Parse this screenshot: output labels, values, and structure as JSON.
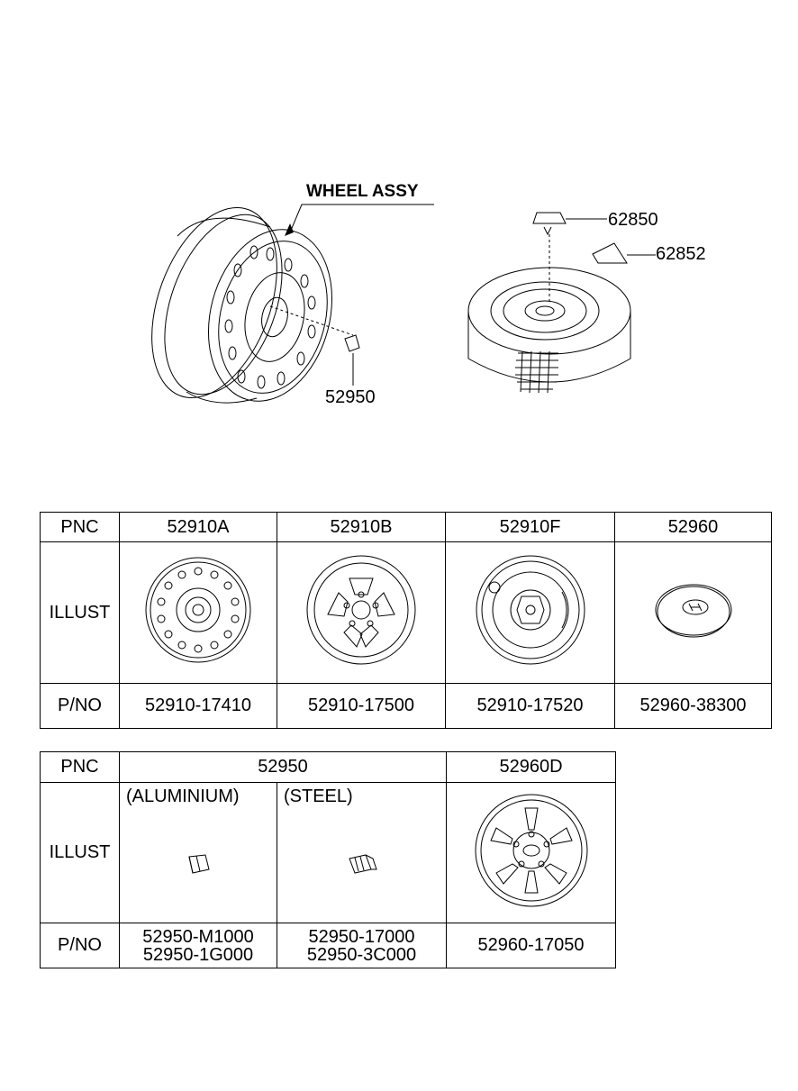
{
  "diagram": {
    "wheel_assy_label": "WHEEL ASSY",
    "callouts": {
      "lug_nut": "52950",
      "spare_cover": "62850",
      "spare_bracket": "62852"
    }
  },
  "table1": {
    "row_labels": {
      "pnc": "PNC",
      "illust": "ILLUST",
      "pno": "P/NO"
    },
    "columns": [
      {
        "pnc": "52910A",
        "pno": "52910-17410",
        "icon": "steel-wheel-icon"
      },
      {
        "pnc": "52910B",
        "pno": "52910-17500",
        "icon": "alloy-wheel-icon"
      },
      {
        "pnc": "52910F",
        "pno": "52910-17520",
        "icon": "spare-wheel-icon"
      },
      {
        "pnc": "52960",
        "pno": "52960-38300",
        "icon": "hub-cap-icon"
      }
    ]
  },
  "table2": {
    "row_labels": {
      "pnc": "PNC",
      "illust": "ILLUST",
      "pno": "P/NO"
    },
    "pnc_52950": "52950",
    "pnc_52960d": "52960D",
    "aluminium": {
      "note": "(ALUMINIUM)",
      "pno": [
        "52950-M1000",
        "52950-1G000"
      ],
      "icon": "aluminium-lug-nut-icon"
    },
    "steel": {
      "note": "(STEEL)",
      "pno": [
        "52950-17000",
        "52950-3C000"
      ],
      "icon": "steel-lug-nut-icon"
    },
    "wheel_cover": {
      "pno": "52960-17050",
      "icon": "wheel-cover-icon"
    }
  }
}
